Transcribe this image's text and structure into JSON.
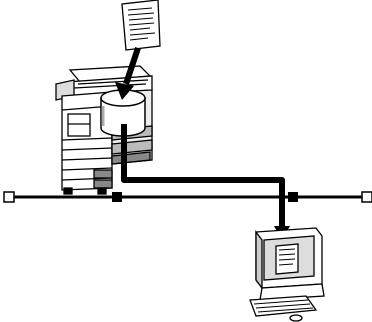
{
  "diagram": {
    "nodes": [
      {
        "id": "document",
        "icon": "document-icon"
      },
      {
        "id": "multifunction-printer",
        "icon": "copier-printer-icon"
      },
      {
        "id": "storage-disk",
        "icon": "storage-cylinder-icon"
      },
      {
        "id": "network-line",
        "icon": "network-bus-icon"
      },
      {
        "id": "computer",
        "icon": "desktop-computer-icon"
      }
    ],
    "flows": [
      {
        "from": "document",
        "to": "storage-disk"
      },
      {
        "from": "storage-disk",
        "to": "computer"
      }
    ],
    "colors": {
      "ink": "#000000",
      "paper": "#ffffff",
      "shade": "#9a9a9a"
    }
  }
}
